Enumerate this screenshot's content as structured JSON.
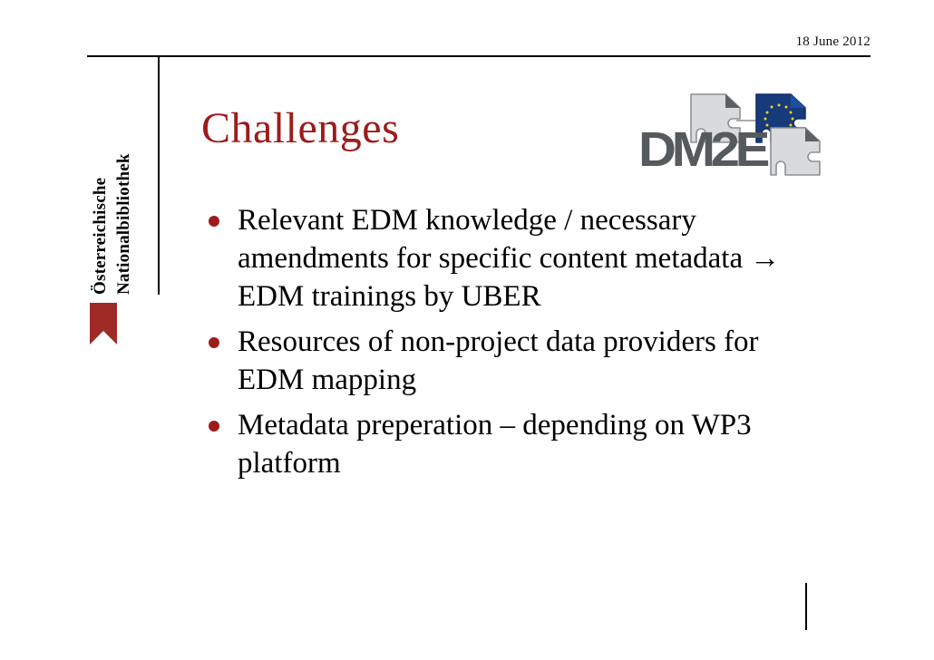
{
  "slide": {
    "date": "18 June 2012",
    "title": "Challenges",
    "brand": {
      "line1": "Österreichische",
      "line2": "Nationalbibliothek",
      "bookmark_color": "#9e2b26"
    },
    "logo": {
      "wordmark": "DM2E",
      "wordmark_color": "#555a5c",
      "doc_fill": "#d9dadb",
      "doc_stroke": "#8d9093",
      "eu_flag_fill": "#173a7a",
      "eu_flag_shadow": "#1b4fa0",
      "eu_star_color": "#f2d40b",
      "fold_color": "#5c6063"
    },
    "bullets": [
      "Relevant EDM knowledge / necessary amendments for specific content metadata → EDM trainings by UBER",
      "Resources of non-project data providers for EDM mapping",
      "Metadata preperation – depending on WP3 platform"
    ],
    "accent_color": "#9e1b1b",
    "text_color": "#000000"
  }
}
